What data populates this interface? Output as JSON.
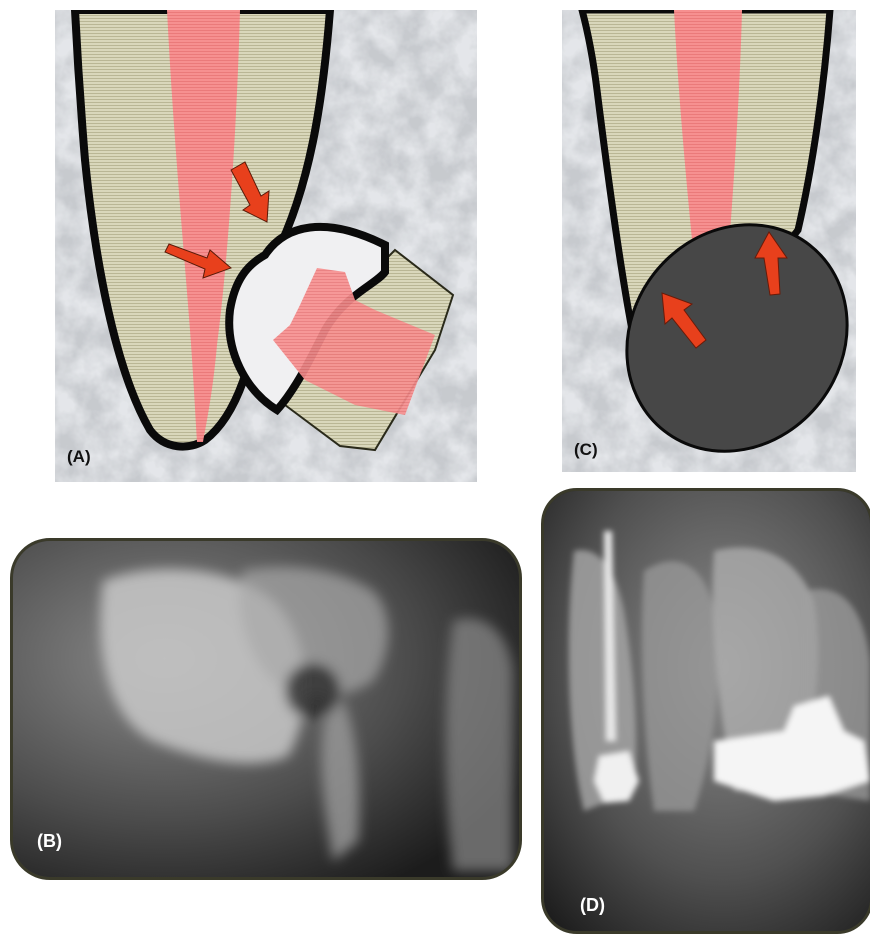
{
  "panels": {
    "a": {
      "label": "(A)"
    },
    "b": {
      "label": "(B)"
    },
    "c": {
      "label": "(C)"
    },
    "d": {
      "label": "(D)"
    }
  },
  "colors": {
    "dentin": "#d8d6b8",
    "pulp": "#f58c8c",
    "outline": "#0a0a0a",
    "arrow": "#e8401c",
    "lesion": "#4a4a4a",
    "crown": "#f0f0f2",
    "background_marble": "#e6e8ec"
  }
}
